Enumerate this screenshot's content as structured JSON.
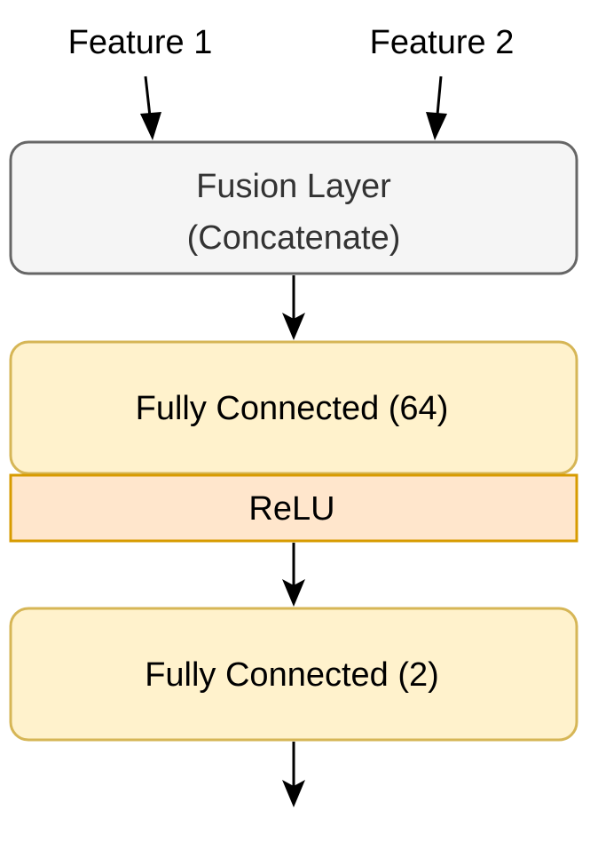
{
  "inputs": [
    {
      "label": "Feature 1"
    },
    {
      "label": "Feature 2"
    }
  ],
  "fusion": {
    "line1": "Fusion Layer",
    "line2": "(Concatenate)"
  },
  "fc1": {
    "label": "Fully Connected (64)"
  },
  "activation": {
    "label": "ReLU"
  },
  "fc2": {
    "label": "Fully Connected (2)"
  },
  "colors": {
    "fusion_fill": "#f5f5f5",
    "fusion_stroke": "#666666",
    "fusion_text": "#333333",
    "fc_fill": "#fff2cc",
    "fc_stroke": "#d6b656",
    "relu_fill": "#ffe6cc",
    "relu_stroke": "#d79b00",
    "text": "#000000",
    "arrow": "#000000"
  }
}
